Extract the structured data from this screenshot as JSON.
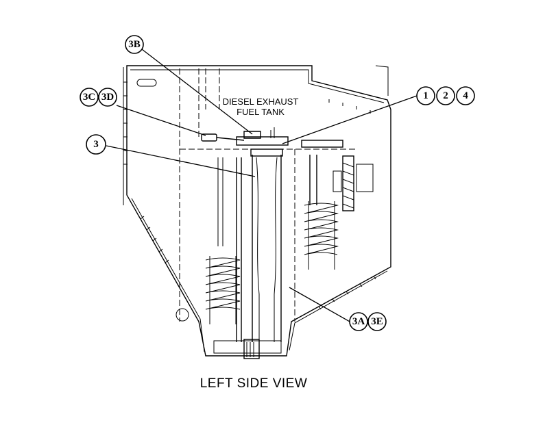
{
  "tank_label": {
    "line1": "DIESEL EXHAUST",
    "line2": "FUEL TANK"
  },
  "caption": "LEFT SIDE VIEW",
  "callouts": [
    {
      "id": "3B",
      "labels": [
        "3B"
      ]
    },
    {
      "id": "3C-3D",
      "labels": [
        "3C",
        "3D"
      ]
    },
    {
      "id": "3",
      "labels": [
        "3"
      ]
    },
    {
      "id": "1-2-4",
      "labels": [
        "1",
        "2",
        "4"
      ]
    },
    {
      "id": "3A-3E",
      "labels": [
        "3A",
        "3E"
      ]
    }
  ]
}
